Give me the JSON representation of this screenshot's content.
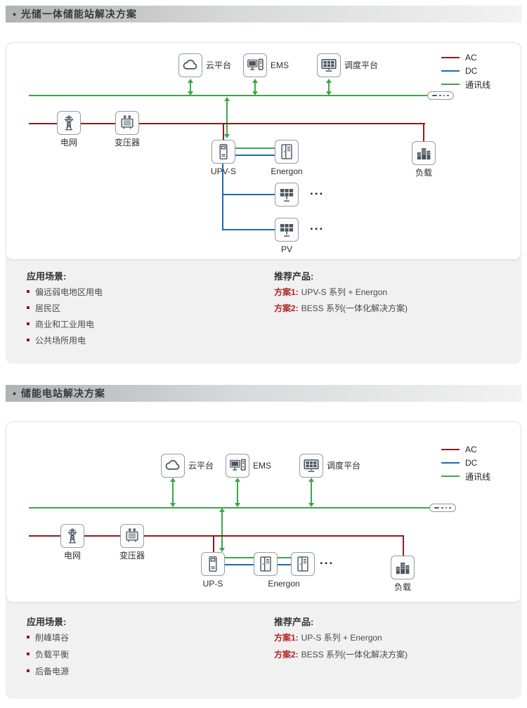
{
  "colors": {
    "ac": "#8e1b1e",
    "dc": "#1c6ab3",
    "comm": "#3fa547",
    "accent_red": "#b02126",
    "panel_gray": "#f1f1f2"
  },
  "legend": {
    "ac": "AC",
    "dc": "DC",
    "comm": "通讯线"
  },
  "section1": {
    "bullet": "•",
    "title": "光储一体储能站解决方案",
    "nodes": {
      "cloud": "云平台",
      "ems": "EMS",
      "dispatch": "调度平台",
      "grid": "电网",
      "transformer": "变压器",
      "inverter": "UPV-S",
      "battery": "Energon",
      "pv": "PV",
      "load": "负载"
    },
    "ellipsis": "...",
    "scenarios": {
      "title": "应用场景:",
      "items": [
        "偏远弱电地区用电",
        "居民区",
        "商业和工业用电",
        "公共场所用电"
      ]
    },
    "products": {
      "title": "推荐产品:",
      "plans": [
        {
          "label": "方案1:",
          "text": "UPV-S 系列 + Energon"
        },
        {
          "label": "方案2:",
          "text": "BESS 系列(一体化解决方案)"
        }
      ]
    }
  },
  "section2": {
    "bullet": "•",
    "title": "储能电站解决方案",
    "nodes": {
      "cloud": "云平台",
      "ems": "EMS",
      "dispatch": "调度平台",
      "grid": "电网",
      "transformer": "变压器",
      "inverter": "UP-S",
      "battery": "Energon",
      "load": "负载"
    },
    "ellipsis": "...",
    "scenarios": {
      "title": "应用场景:",
      "items": [
        "削峰填谷",
        "负载平衡",
        "后备电源"
      ]
    },
    "products": {
      "title": "推荐产品:",
      "plans": [
        {
          "label": "方案1:",
          "text": "UP-S 系列 + Energon"
        },
        {
          "label": "方案2:",
          "text": "BESS 系列(一体化解决方案)"
        }
      ]
    }
  }
}
